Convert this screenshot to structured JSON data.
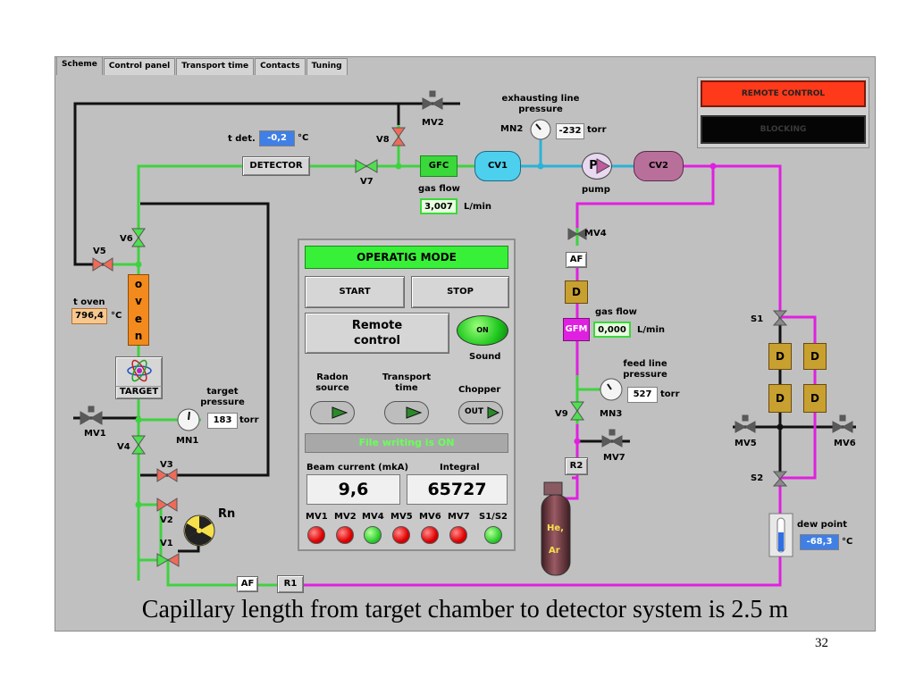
{
  "tabs": [
    "Scheme",
    "Control panel",
    "Transport time",
    "Contacts",
    "Tuning"
  ],
  "active_tab": "Scheme",
  "status": {
    "remote_control": "REMOTE CONTROL",
    "blocking": "BLOCKING"
  },
  "valves": {
    "mv2": "MV2",
    "v8": "V8",
    "v7": "V7",
    "v6": "V6",
    "v5": "V5",
    "v4": "V4",
    "v3": "V3",
    "v2": "V2",
    "v1": "V1",
    "mv1": "MV1",
    "mv4": "MV4",
    "v9": "V9",
    "mv7": "MV7",
    "s1": "S1",
    "s2": "S2",
    "mv5": "MV5",
    "mv6": "MV6"
  },
  "components": {
    "detector": "DETECTOR",
    "gfc": "GFC",
    "cv1": "CV1",
    "cv2": "CV2",
    "pump_symbol": "P",
    "pump": "pump",
    "oven": [
      "o",
      "v",
      "e",
      "n"
    ],
    "target": "TARGET",
    "gfm": "GFM",
    "af_top": "AF",
    "af_bottom": "AF",
    "r1": "R1",
    "r2": "R2",
    "rn": "Rn",
    "d": "D",
    "he": "He,",
    "ar": "Ar"
  },
  "readouts": {
    "t_det": {
      "label": "t det.",
      "value": "-0,2",
      "unit": "°C"
    },
    "t_oven": {
      "label": "t oven",
      "value": "796,4",
      "unit": "°C"
    },
    "exhaust": {
      "label": "exhausting line\npressure",
      "gauge": "MN2",
      "value": "-232",
      "unit": "torr"
    },
    "gas_flow_1": {
      "label": "gas flow",
      "value": "3,007",
      "unit": "L/min"
    },
    "gas_flow_2": {
      "label": "gas flow",
      "value": "0,000",
      "unit": "L/min"
    },
    "target_pressure": {
      "label": "target\npressure",
      "gauge": "MN1",
      "value": "183",
      "unit": "torr"
    },
    "feed_line": {
      "label": "feed line\npressure",
      "gauge": "MN3",
      "value": "527",
      "unit": "torr"
    },
    "dew_point": {
      "label": "dew point",
      "value": "-68,3",
      "unit": "°C"
    }
  },
  "op": {
    "title": "OPERATIG MODE",
    "start": "START",
    "stop": "STOP",
    "remote": "Remote\ncontrol",
    "on": "ON",
    "sound": "Sound",
    "radon": "Radon\nsource",
    "transport": "Transport\ntime",
    "chopper": "Chopper",
    "out": "OUT",
    "file_status": "File writing is ON",
    "beam_label": "Beam current (mkA)",
    "integral_label": "Integral",
    "beam_value": "9,6",
    "integral_value": "65727",
    "lamps": [
      {
        "label": "MV1",
        "state": "red"
      },
      {
        "label": "MV2",
        "state": "red"
      },
      {
        "label": "MV4",
        "state": "green"
      },
      {
        "label": "MV5",
        "state": "red"
      },
      {
        "label": "MV6",
        "state": "red"
      },
      {
        "label": "MV7",
        "state": "red"
      },
      {
        "label": "S1/S2",
        "state": "green"
      }
    ]
  },
  "caption": "Capillary length from target chamber to detector system is 2.5 m",
  "page_number": "32",
  "colors": {
    "green_pipe": "#3fd23f",
    "black_pipe": "#111111",
    "cyan_pipe": "#2ab3d6",
    "magenta_pipe": "#e020e0",
    "orange": "#f28a1e",
    "remote_red": "#ff3a1a",
    "display_blue": "#3f7fe6"
  }
}
